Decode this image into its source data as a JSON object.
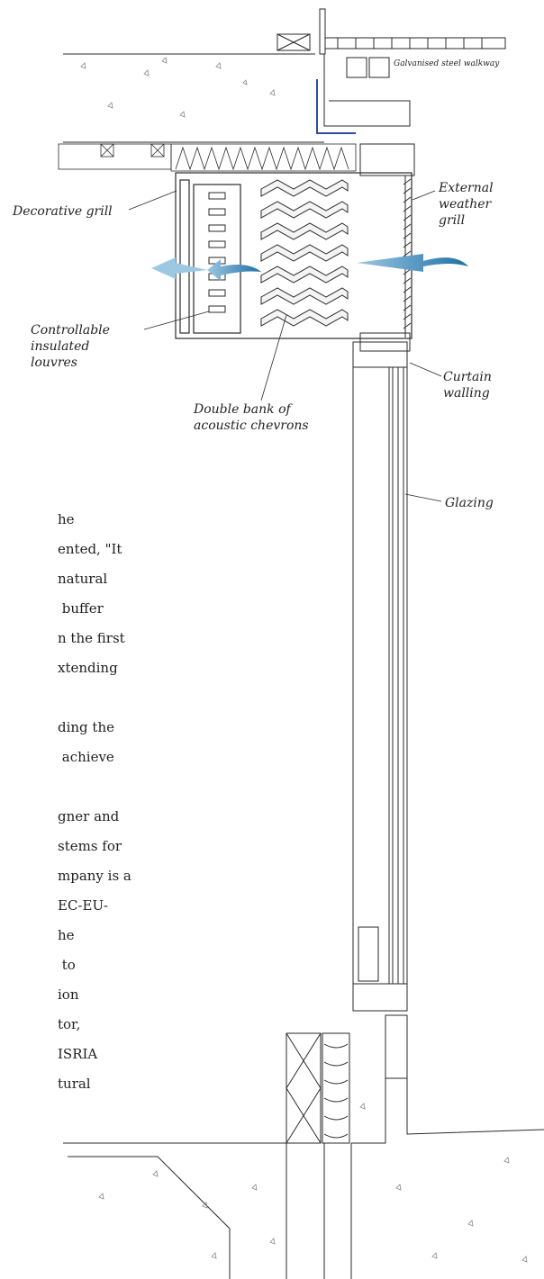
{
  "labels": {
    "walkway": "Galvanised steel walkway",
    "external_grill": "External\nweather\ngrill",
    "decorative_grill": "Decorative grill",
    "louvres": "Controllable\ninsulated\nlouvres",
    "curtain_walling": "Curtain\nwalling",
    "chevrons": "Double bank of\nacoustic chevrons",
    "glazing": "Glazing"
  },
  "body_text": [
    "he",
    "ented, \"It",
    "natural",
    " buffer",
    "n the first",
    "xtending",
    "ding the",
    " achieve",
    "gner and",
    "stems for",
    "mpany is a",
    "EC-EU-",
    "he",
    " to",
    "ion",
    "tor,",
    "ISRIA",
    "tural"
  ],
  "colors": {
    "line": "#2a2a2a",
    "airflow_light": "#7fb6d6",
    "airflow_dark": "#1f6fa6",
    "accent_blue": "#2f4da0"
  }
}
